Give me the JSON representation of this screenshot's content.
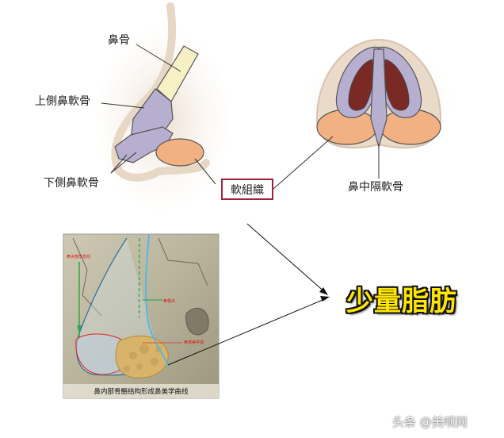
{
  "labels": {
    "nasal_bone": "鼻骨",
    "upper_lateral_cartilage": "上側鼻軟骨",
    "lower_lateral_cartilage": "下側鼻軟骨",
    "soft_tissue": "軟組織",
    "septal_cartilage": "鼻中隔軟骨"
  },
  "callout": "少量脂肪",
  "photo": {
    "caption": "鼻内部骨骼结构形成鼻美学曲线",
    "annotations": [
      "鼻尖部形态线",
      "鼻根点",
      "鼻部美学线"
    ]
  },
  "watermark": "头条 @美呗网",
  "colors": {
    "bone": "#f6f1c4",
    "cartilage": "#b7afd0",
    "fat": "#f1b183",
    "deep": "#7a2a24",
    "box_border": "#a0213a",
    "callout_fill": "#ffe600"
  }
}
